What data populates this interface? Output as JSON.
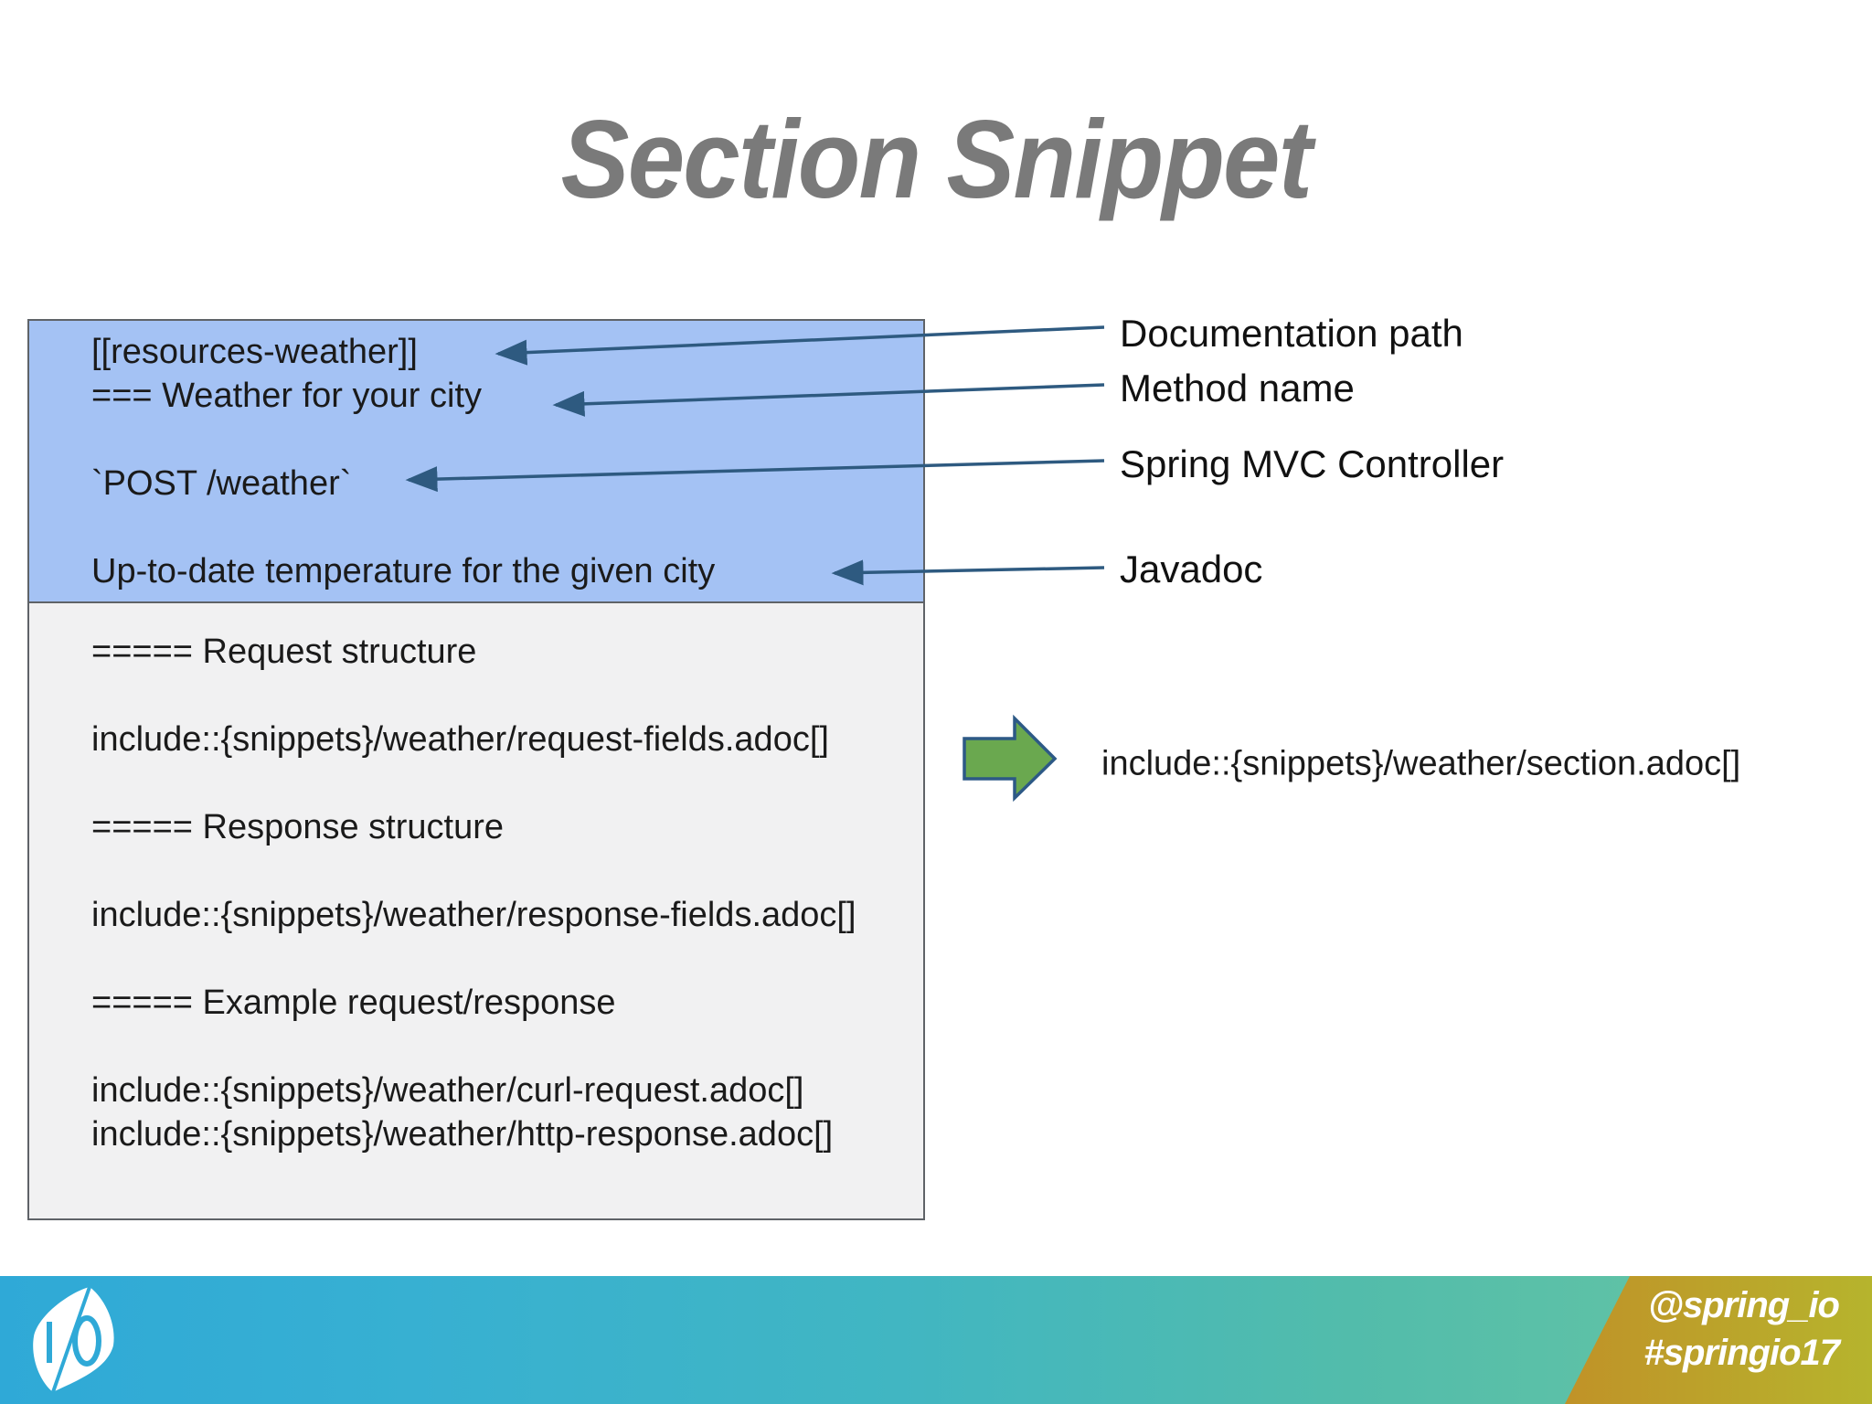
{
  "slide": {
    "title": "Section Snippet"
  },
  "code_box": {
    "blue_lines": [
      "[[resources-weather]]",
      "=== Weather for your city",
      "",
      "`POST /weather`",
      "",
      "Up-to-date temperature for the given city"
    ],
    "gray_lines": [
      "===== Request structure",
      "",
      "include::{snippets}/weather/request-fields.adoc[]",
      "",
      "===== Response structure",
      "",
      "include::{snippets}/weather/response-fields.adoc[]",
      "",
      "===== Example request/response",
      "",
      "include::{snippets}/weather/curl-request.adoc[]",
      "include::{snippets}/weather/http-response.adoc[]"
    ]
  },
  "annotations": {
    "labels": [
      "Documentation path",
      "Method name",
      "Spring MVC Controller",
      "Javadoc"
    ]
  },
  "result": {
    "include_text": "include::{snippets}/weather/section.adoc[]"
  },
  "footer": {
    "twitter": "@spring_io",
    "hashtag": "#springio17",
    "logo_text": "I/O"
  },
  "colors": {
    "title_gray": "#7a7a7a",
    "blue_box_fill": "#a4c2f4",
    "gray_box_fill": "#f1f1f2",
    "box_border": "#5f6368",
    "arrow_line": "#2e5a80",
    "green_arrow_fill": "#6aa84f",
    "green_arrow_border": "#2d5986",
    "footer_teal_start": "#2fa9d7",
    "footer_teal_end": "#5fc2a6",
    "footer_gold_start": "#c28c27",
    "footer_gold_end": "#b6b42d",
    "logo_blue": "#2fa9d7",
    "text_black": "#1a1a1a"
  }
}
